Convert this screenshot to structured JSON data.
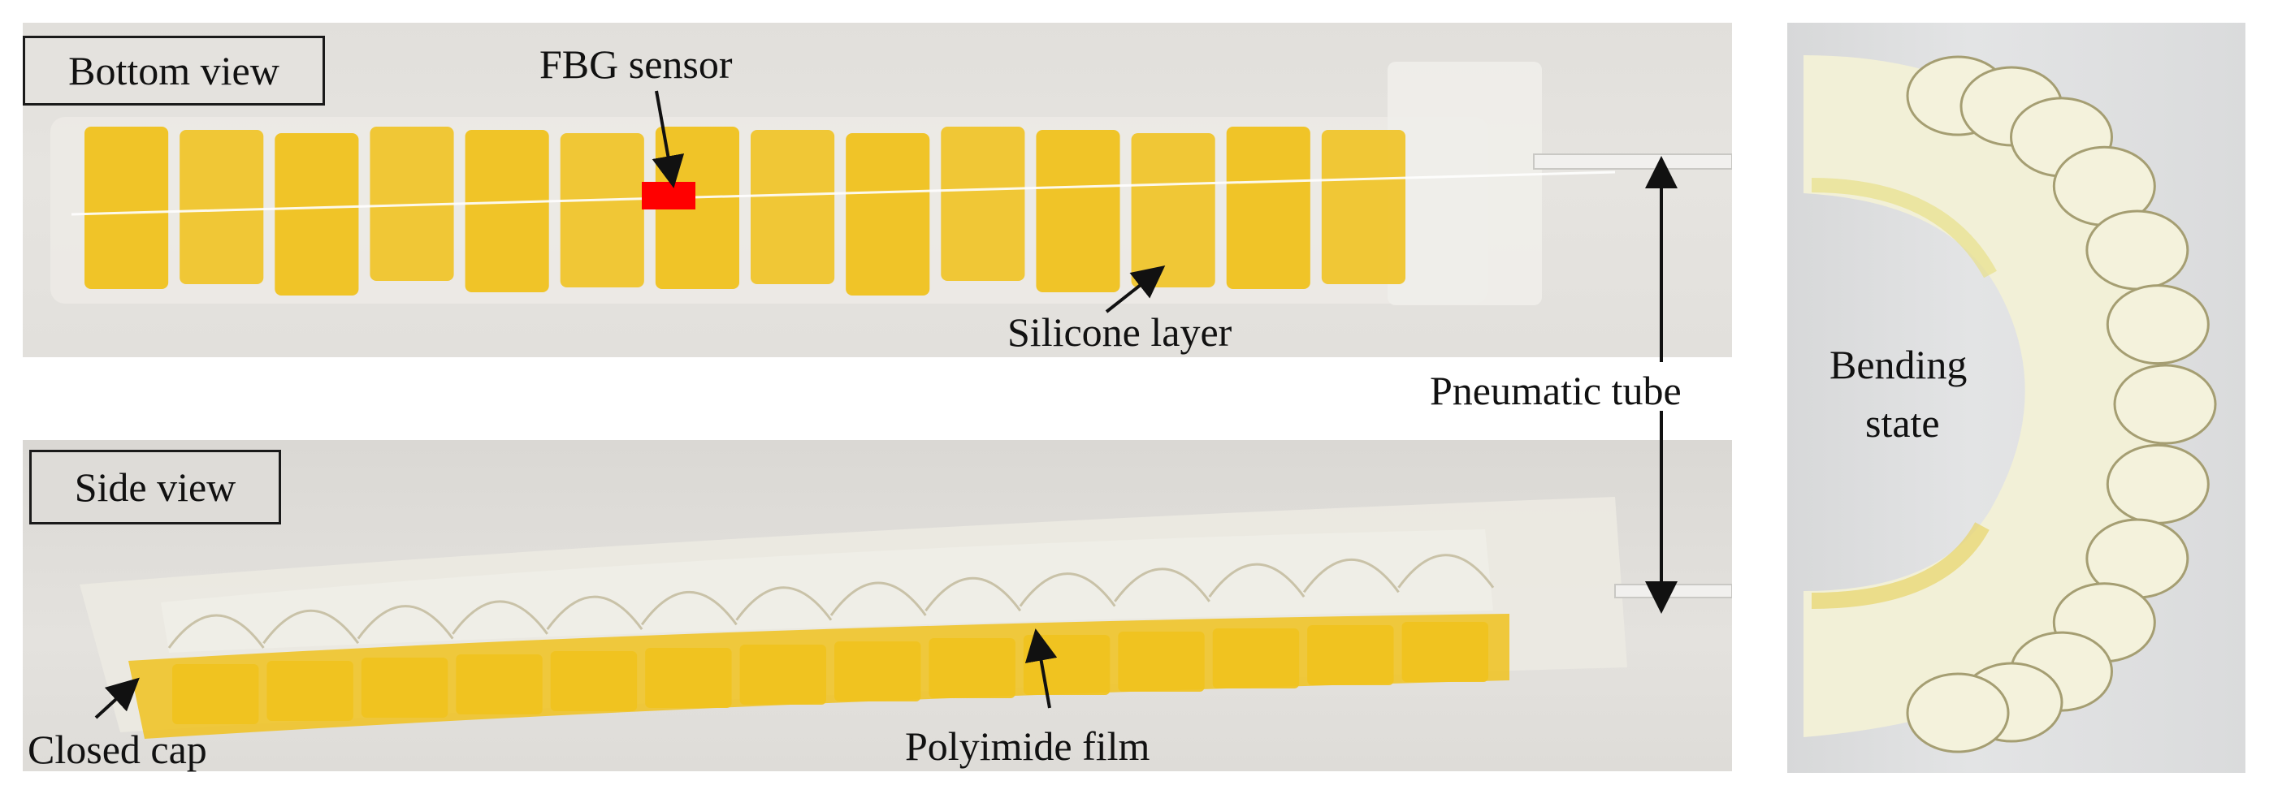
{
  "labels": {
    "bottom_view": "Bottom view",
    "side_view": "Side view",
    "fbg_sensor": "FBG sensor",
    "silicone_layer": "Silicone layer",
    "pneumatic_tube": "Pneumatic tube",
    "closed_cap": "Closed cap",
    "polyimide_film": "Polyimide film",
    "bending_state_line1": "Bending",
    "bending_state_line2": "state"
  },
  "colors": {
    "polyimide": "#f0c21e",
    "silicone": "#ecebe6",
    "sensor_marker": "#ff0000",
    "annotation": "#111111"
  }
}
